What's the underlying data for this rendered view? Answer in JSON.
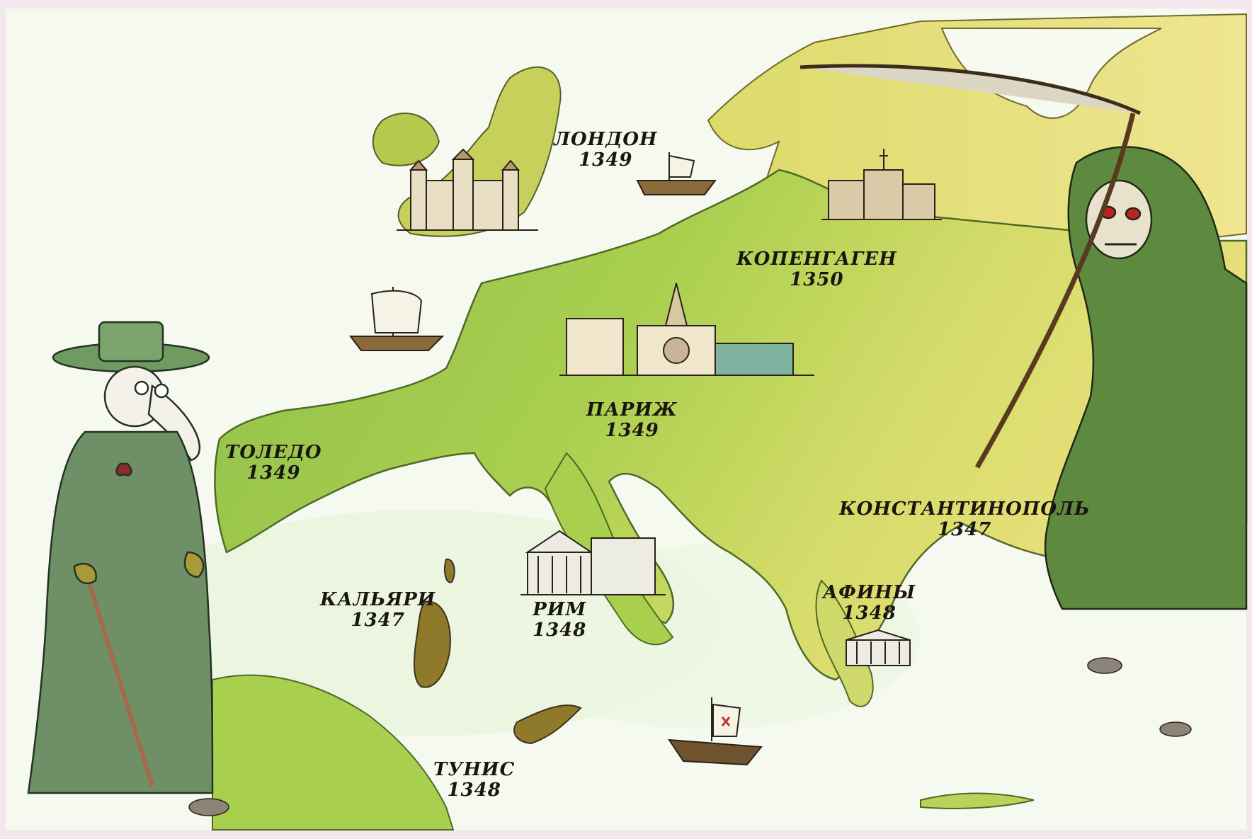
{
  "map": {
    "cities": [
      {
        "id": "london",
        "name": "ЛОНДОН",
        "year": "1349"
      },
      {
        "id": "copenhagen",
        "name": "КОПЕНГАГЕН",
        "year": "1350"
      },
      {
        "id": "paris",
        "name": "ПАРИЖ",
        "year": "1349"
      },
      {
        "id": "toledo",
        "name": "ТОЛЕДО",
        "year": "1349"
      },
      {
        "id": "constantinople",
        "name": "КОНСТАНТИНОПОЛЬ",
        "year": "1347"
      },
      {
        "id": "cagliari",
        "name": "КАЛЬЯРИ",
        "year": "1347"
      },
      {
        "id": "rome",
        "name": "РИМ",
        "year": "1348"
      },
      {
        "id": "athens",
        "name": "АФИНЫ",
        "year": "1348"
      },
      {
        "id": "tunis",
        "name": "ТУНИС",
        "year": "1348"
      }
    ],
    "colors": {
      "land_light": "#e4e07a",
      "land_green": "#9cc64a",
      "sea": "#f4f8ee",
      "figure_green": "#5f8a4e",
      "ink": "#1b1510"
    },
    "icons": [
      "plague-doctor-icon",
      "grim-reaper-icon",
      "scythe-icon",
      "ship-icon",
      "castle-icon",
      "cathedral-icon",
      "temple-icon",
      "rat-icon"
    ]
  }
}
